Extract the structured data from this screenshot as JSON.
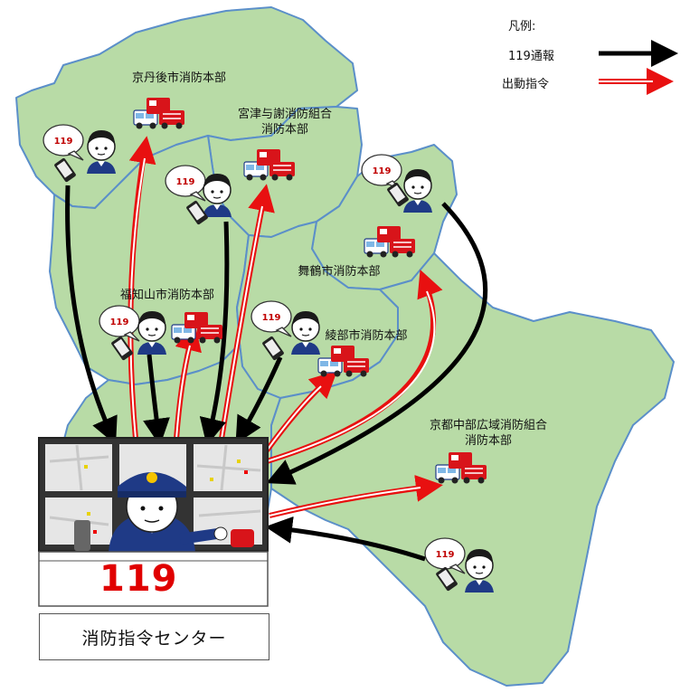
{
  "legend": {
    "title": "凡例:",
    "report_label": "119通報",
    "dispatch_label": "出動指令",
    "report_color": "#000000",
    "dispatch_color": "#e81010"
  },
  "stations": {
    "kyotango": "京丹後市消防本部",
    "miyazu": "宮津与謝消防組合\n消防本部",
    "maizuru": "舞鶴市消防本部",
    "fukuchiyama": "福知山市消防本部",
    "ayabe": "綾部市消防本部",
    "chubu": "京都中部広域消防組合\n消防本部"
  },
  "phone_number": "119",
  "center": {
    "sign_number": "119",
    "name": "消防指令センター"
  },
  "colors": {
    "map_fill": "#b8dba6",
    "map_border": "#5b8fc9",
    "uniform": "#1f3a86",
    "truck": "#d8141a"
  }
}
